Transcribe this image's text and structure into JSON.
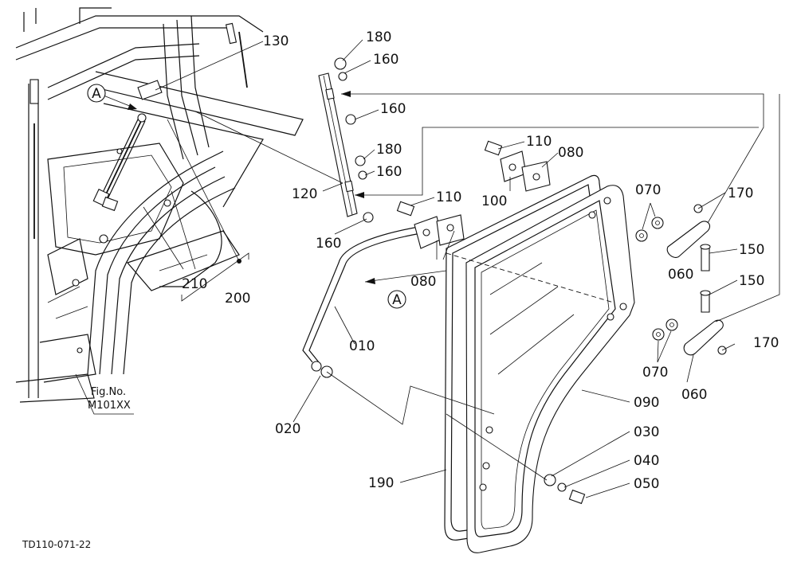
{
  "diagram": {
    "drawing_code": "TD110-071-22",
    "figure_reference": {
      "line1": "Fig.No.",
      "line2": "M101XX"
    },
    "reference_marker": "A",
    "callouts": {
      "c010": "010",
      "c020": "020",
      "c030": "030",
      "c040": "040",
      "c050": "050",
      "c060a": "060",
      "c060b": "060",
      "c070a": "070",
      "c070b": "070",
      "c080a": "080",
      "c080b": "080",
      "c090": "090",
      "c100": "100",
      "c110a": "110",
      "c110b": "110",
      "c120": "120",
      "c130": "130",
      "c150a": "150",
      "c150b": "150",
      "c160a": "160",
      "c160b": "160",
      "c160c": "160",
      "c160d": "160",
      "c170a": "170",
      "c170b": "170",
      "c180a": "180",
      "c180b": "180",
      "c190": "190",
      "c200": "200",
      "c210": "210"
    }
  }
}
